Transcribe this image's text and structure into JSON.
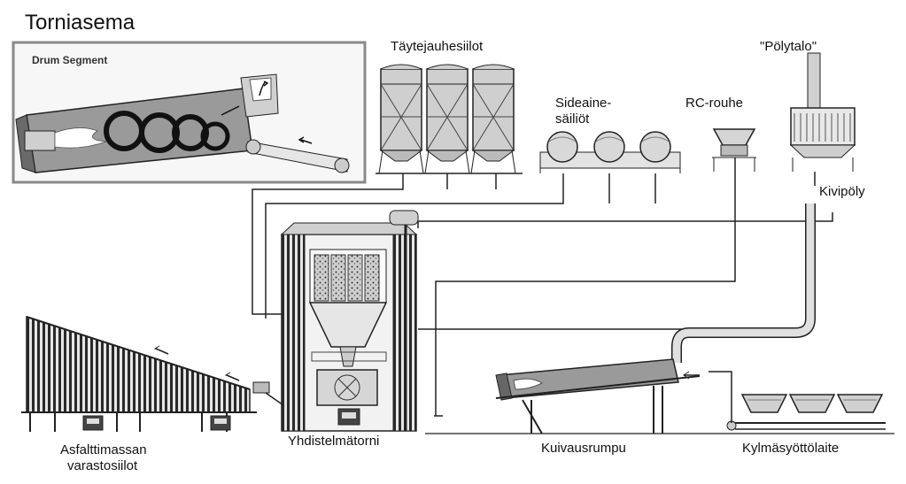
{
  "title": "Torniasema",
  "inset": {
    "title": "Drum Segment"
  },
  "labels": {
    "taytejauhesiilot": "Täytejauhesiilot",
    "polytalo": "\"Pölytalo\"",
    "sideaine_line1": "Sideaine-",
    "sideaine_line2": "säiliöt",
    "rc_rouhe": "RC-rouhe",
    "kivipoly": "Kivipöly",
    "asfaltti_line1": "Asfalttimassan",
    "asfaltti_line2": "varastosiilot",
    "yhdistelmatorni": "Yhdistelmätorni",
    "kuivausrumpu": "Kuivausrumpu",
    "kylmasyottolaite": "Kylmäsyöttölaite"
  },
  "colors": {
    "line": "#1a1a1a",
    "fill_light": "#d9d9d9",
    "fill_mid": "#9a9a9a",
    "fill_dark": "#3a3a3a",
    "inset_border": "#8a8a8a"
  }
}
